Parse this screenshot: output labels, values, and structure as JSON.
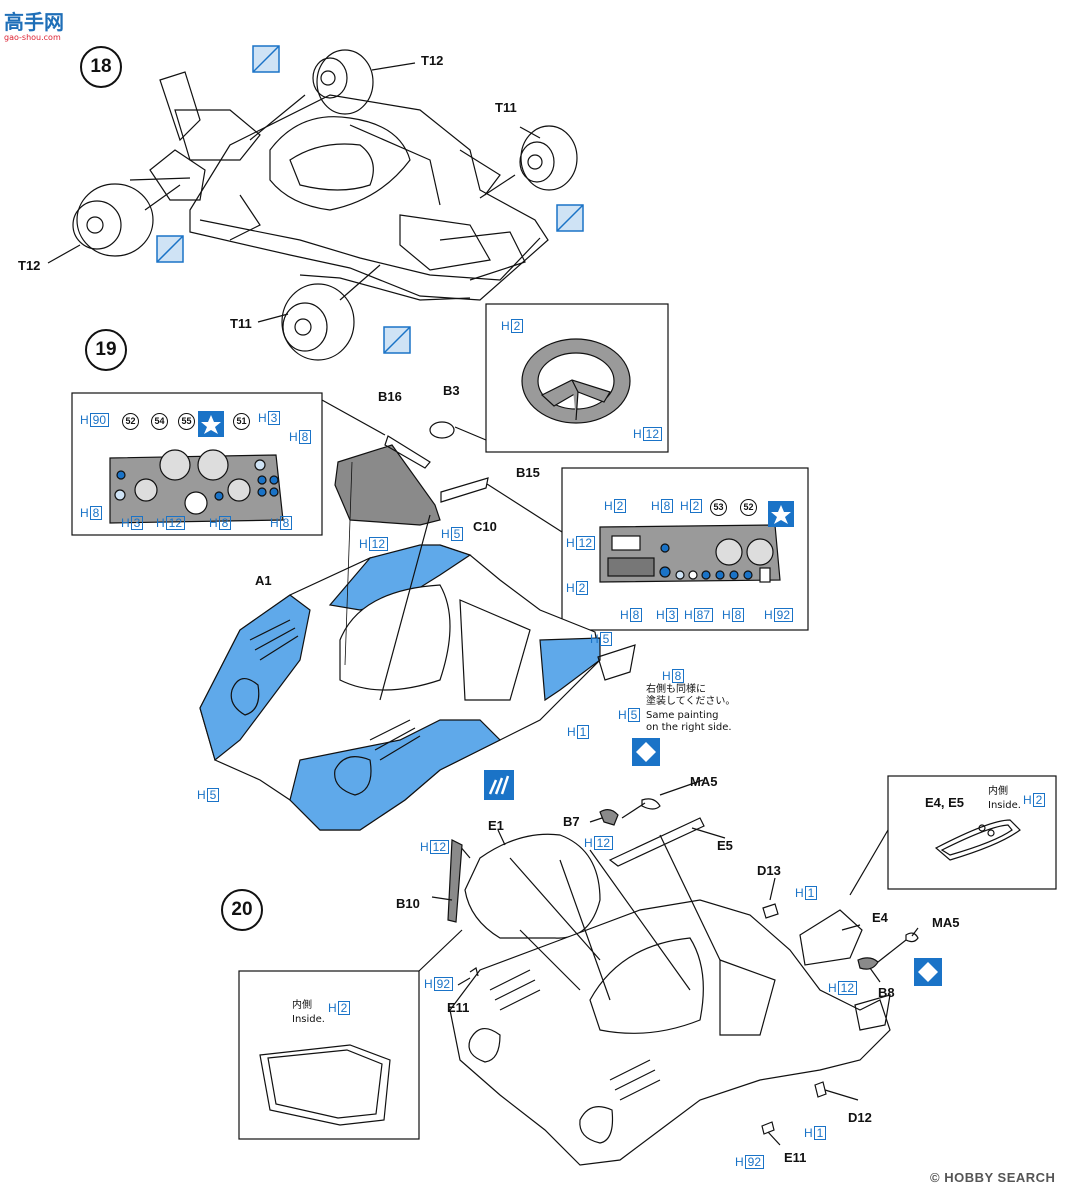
{
  "watermark": {
    "site_cn": "高手网",
    "site_url": "gao-shou.com"
  },
  "footer": {
    "brand": "HOBBY SEARCH",
    "copyright": "©"
  },
  "steps": [
    "18",
    "19",
    "20"
  ],
  "step18": {
    "parts": {
      "t12_top": "T12",
      "t11_right": "T11",
      "t12_left": "T12",
      "t11_bottom": "T11"
    }
  },
  "step19": {
    "parts": {
      "b16": "B16",
      "b3": "B3",
      "b15": "B15",
      "c10": "C10",
      "a1": "A1"
    },
    "left_panel": {
      "paint": [
        {
          "p": "H",
          "n": "90"
        },
        {
          "p": "H",
          "n": "8"
        },
        {
          "p": "H",
          "n": "3"
        },
        {
          "p": "H",
          "n": "12"
        },
        {
          "p": "H",
          "n": "8"
        },
        {
          "p": "H",
          "n": "3"
        },
        {
          "p": "H",
          "n": "8"
        },
        {
          "p": "H",
          "n": "8"
        }
      ],
      "decals": [
        "52",
        "54",
        "55",
        "51"
      ]
    },
    "wheel_panel": {
      "paint": {
        "p": "H",
        "n": "12"
      },
      "top_paint": {
        "p": "H",
        "n": "2"
      }
    },
    "right_panel": {
      "paint": [
        {
          "p": "H",
          "n": "2"
        },
        {
          "p": "H",
          "n": "8"
        },
        {
          "p": "H",
          "n": "2"
        },
        {
          "p": "H",
          "n": "12"
        },
        {
          "p": "H",
          "n": "2"
        },
        {
          "p": "H",
          "n": "8"
        },
        {
          "p": "H",
          "n": "3"
        },
        {
          "p": "H",
          "n": "87"
        },
        {
          "p": "H",
          "n": "8"
        },
        {
          "p": "H",
          "n": "92"
        }
      ],
      "decals": [
        "53",
        "52"
      ]
    },
    "body_paint": [
      {
        "p": "H",
        "n": "12"
      },
      {
        "p": "H",
        "n": "5"
      },
      {
        "p": "H",
        "n": "5"
      },
      {
        "p": "H",
        "n": "8"
      },
      {
        "p": "H",
        "n": "5"
      },
      {
        "p": "H",
        "n": "1"
      },
      {
        "p": "H",
        "n": "5"
      }
    ],
    "note_jp": "右側も同様に\n塗装してください。",
    "note_en": "Same painting\non the right side."
  },
  "step20": {
    "parts": {
      "ma5_top": "MA5",
      "b7": "B7",
      "e1": "E1",
      "e5": "E5",
      "b10": "B10",
      "d13": "D13",
      "e4": "E4",
      "ma5_right": "MA5",
      "b8": "B8",
      "e11_top": "E11",
      "e11_bottom": "E11",
      "d12": "D12"
    },
    "window_panel": {
      "title": "E4, E5",
      "inside_jp": "内側",
      "inside_en": "Inside.",
      "paint": {
        "p": "H",
        "n": "2"
      }
    },
    "frame_panel": {
      "inside_jp": "内側",
      "inside_en": "Inside.",
      "paint": {
        "p": "H",
        "n": "2"
      }
    },
    "paint": [
      {
        "p": "H",
        "n": "12"
      },
      {
        "p": "H",
        "n": "12"
      },
      {
        "p": "H",
        "n": "1"
      },
      {
        "p": "H",
        "n": "92"
      },
      {
        "p": "H",
        "n": "12"
      },
      {
        "p": "H",
        "n": "1"
      },
      {
        "p": "H",
        "n": "92"
      }
    ]
  },
  "colors": {
    "blue": "#5fa9ea",
    "paint_text": "#1a73c7",
    "dark_part": "#8a8a8a"
  }
}
